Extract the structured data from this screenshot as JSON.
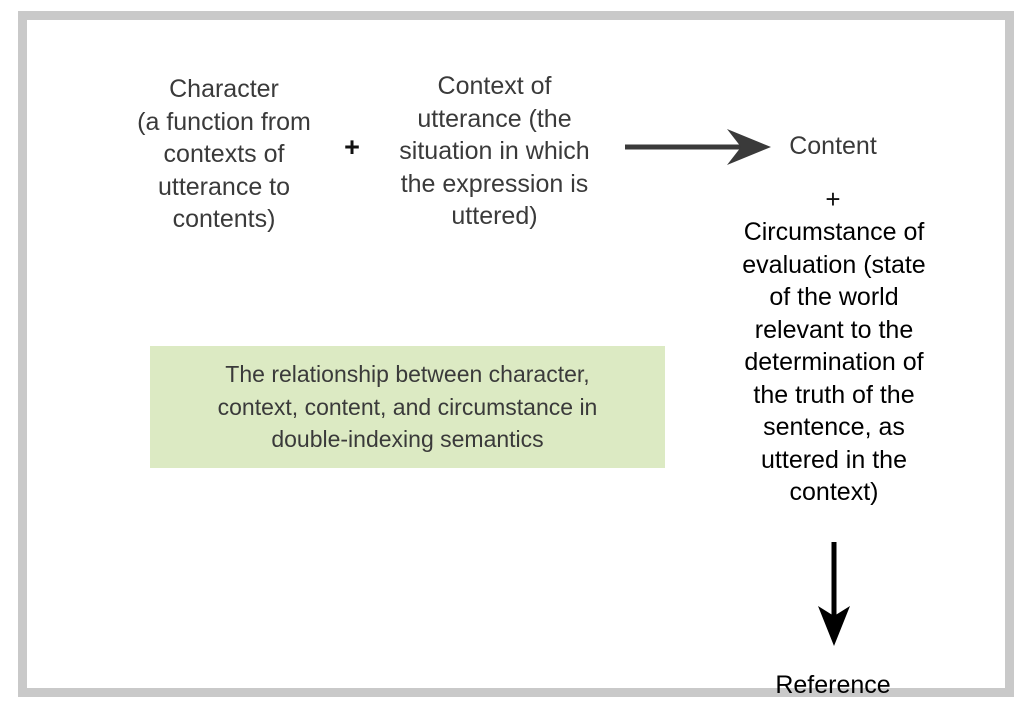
{
  "figure": {
    "frame_border_color": "#c9c9c9",
    "background_color": "#ffffff",
    "caption_box_color": "#dceac3",
    "text_color_gray": "#3a3a3a",
    "text_color_black": "#000000",
    "arrow_color_horizontal": "#3a3a3a",
    "arrow_color_vertical": "#000000"
  },
  "nodes": {
    "character": "Character\n(a function from\ncontexts of\nutterance to\ncontents)",
    "context": "Context of\nutterance (the\nsituation in which\nthe expression is\nuttered)",
    "content": "Content",
    "circumstance": "Circumstance of\nevaluation (state\nof the world\nrelevant to the\ndetermination of\nthe truth of the\nsentence, as\nuttered in the\ncontext)",
    "reference": "Reference"
  },
  "operators": {
    "plus_character_context": "+",
    "plus_content_circumstance": "+"
  },
  "caption": {
    "text": "The relationship between character,\ncontext, content, and circumstance in\ndouble-indexing semantics"
  },
  "arrows": {
    "horizontal_label": "arrow-right",
    "vertical_label": "arrow-down"
  }
}
